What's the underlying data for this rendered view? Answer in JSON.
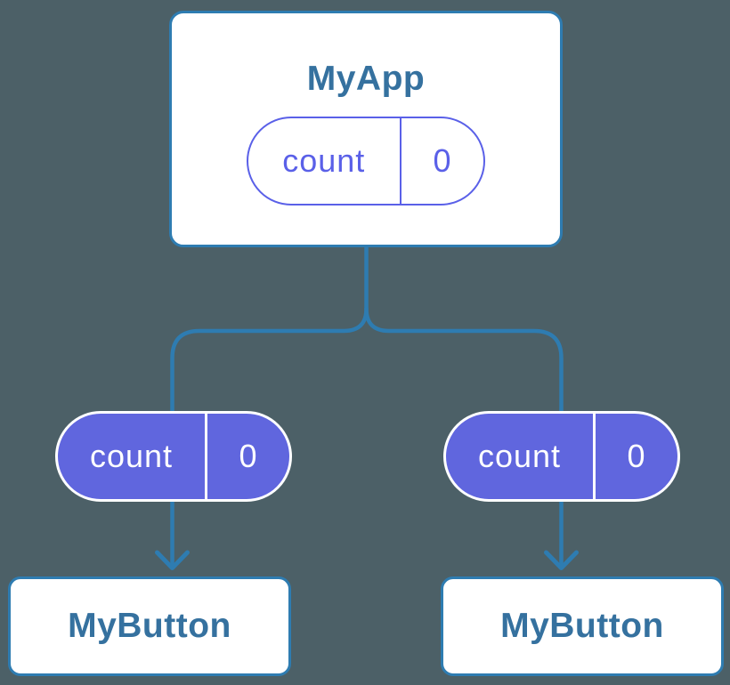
{
  "colors": {
    "background": "#4C6067",
    "connector_blue": "#2E7CB1",
    "card_background": "#FFFFFF",
    "card_border_blue": "#2E7CB1",
    "component_name_blue": "#35719F",
    "pill_purple": "#6066DE",
    "pill_outline_purple": "#5A60E8",
    "pill_text_white": "#FFFFFF"
  },
  "tree": {
    "parent": {
      "name": "MyApp",
      "state_pill": {
        "label": "count",
        "value": "0"
      }
    },
    "children": [
      {
        "name": "MyButton",
        "prop_pill": {
          "label": "count",
          "value": "0"
        }
      },
      {
        "name": "MyButton",
        "prop_pill": {
          "label": "count",
          "value": "0"
        }
      }
    ]
  }
}
